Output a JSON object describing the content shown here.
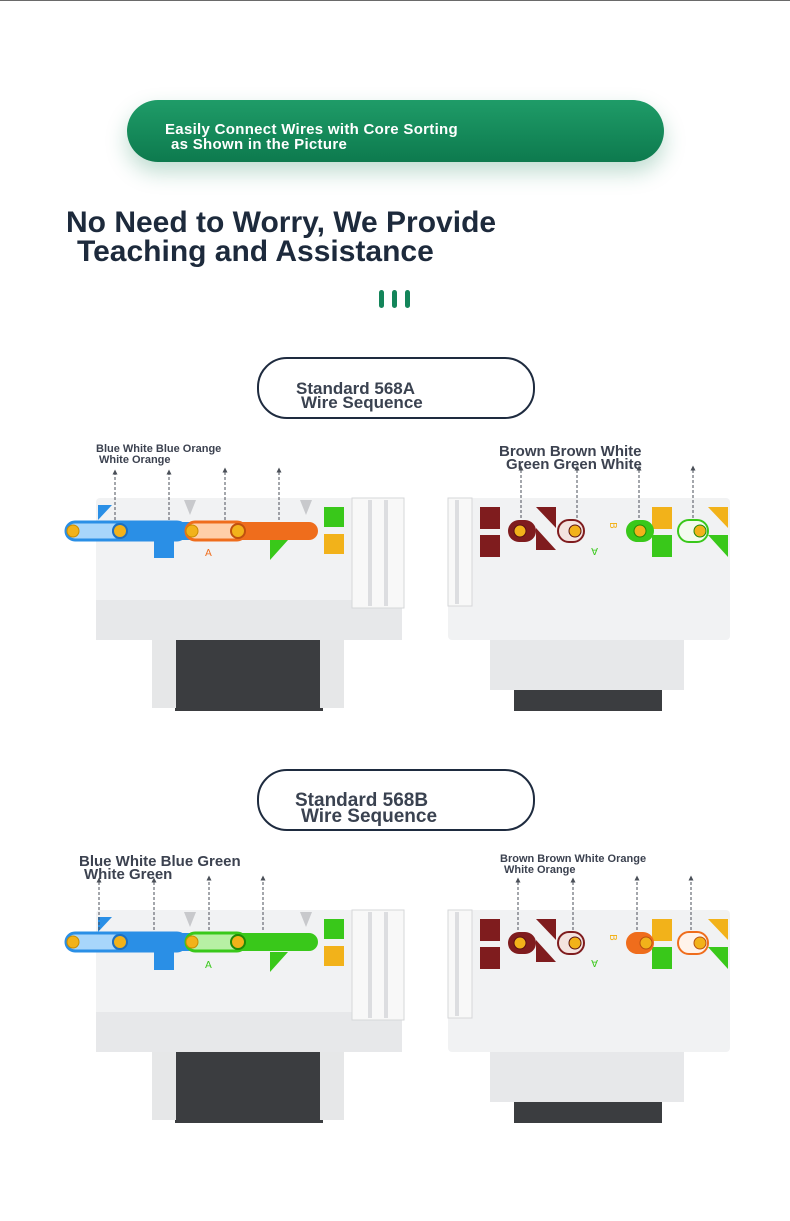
{
  "banner": {
    "line1": "Easily Connect Wires with Core Sorting",
    "line2": "as Shown in the Picture"
  },
  "headline": {
    "line1": "No Need to Worry, We Provide",
    "line2": "Teaching and Assistance"
  },
  "accent_color": "#14855a",
  "sections": [
    {
      "title_line1": "Standard 568A",
      "title_line2": "Wire Sequence",
      "left_labels": {
        "line1": "Blue White Blue Orange",
        "line2": "White Orange"
      },
      "right_labels": {
        "line1": "Brown Brown White",
        "line2": "Green Green White"
      },
      "left_marks": [
        "A"
      ],
      "right_marks": [
        "B",
        "A"
      ]
    },
    {
      "title_line1": "Standard 568B",
      "title_line2": "Wire Sequence",
      "left_labels": {
        "line1": "Blue White Blue Green",
        "line2": "White Green"
      },
      "right_labels": {
        "line1": "Brown Brown White Orange",
        "line2": "White Orange"
      },
      "left_marks": [
        "A"
      ],
      "right_marks": [
        "B",
        "A"
      ]
    }
  ],
  "wire_colors": {
    "blue": "#2a8fe6",
    "blue_white": "#a8d6fb",
    "orange": "#ef6d1c",
    "orange_white": "#ffcfa8",
    "green": "#39c81a",
    "green_white": "#b7f0a4",
    "brown": "#7f1c1e",
    "brown_white": "#f4e3df",
    "contact_gold": "#f2b21a",
    "jack_body": "#f1f2f3",
    "cable_dark": "#3b3d40"
  }
}
